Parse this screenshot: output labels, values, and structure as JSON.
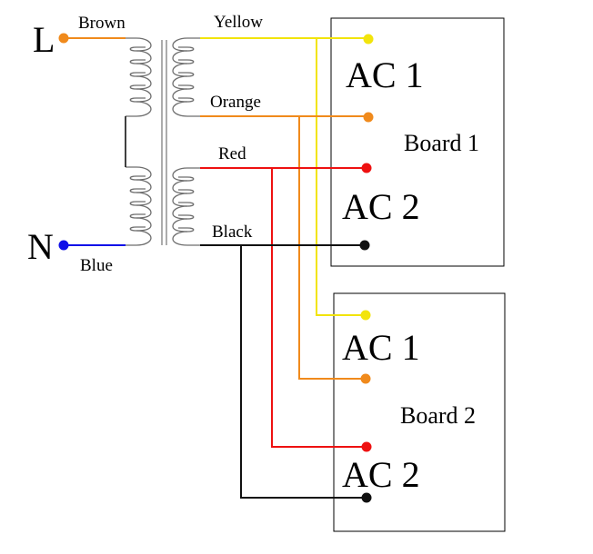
{
  "primary": {
    "line_label": "L",
    "neutral_label": "N",
    "line_wire": {
      "name": "Brown",
      "color": "#f08a1c"
    },
    "neutral_wire": {
      "name": "Blue",
      "color": "#1010e8"
    }
  },
  "secondary_wires": [
    {
      "name": "Yellow",
      "color": "#f2e40c"
    },
    {
      "name": "Orange",
      "color": "#f08a1c"
    },
    {
      "name": "Red",
      "color": "#ee1111"
    },
    {
      "name": "Black",
      "color": "#111111"
    }
  ],
  "boards": [
    {
      "name": "Board 1",
      "ac1_label": "AC 1",
      "ac2_label": "AC 2"
    },
    {
      "name": "Board 2",
      "ac1_label": "AC 1",
      "ac2_label": "AC 2"
    }
  ],
  "colors": {
    "coil": "#6e6e6e",
    "core": "#888888",
    "box_border": "#000000"
  }
}
